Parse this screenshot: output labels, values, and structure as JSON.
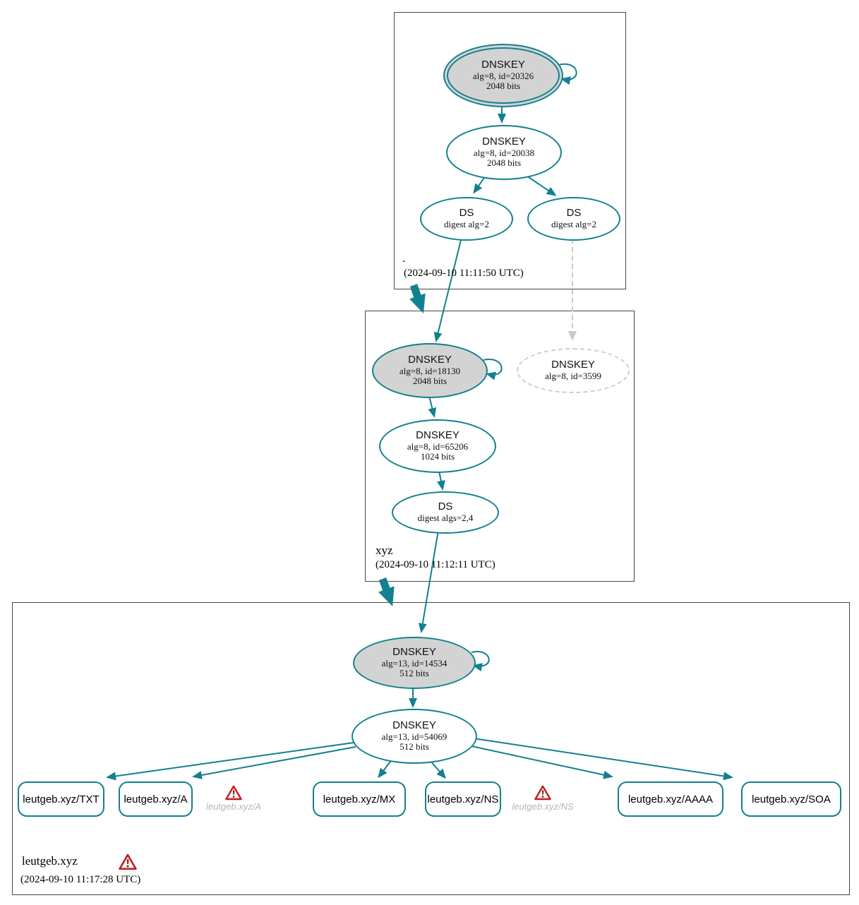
{
  "diagram": {
    "kind": "DNSSEC authentication chain graph",
    "colors": {
      "secure_edge": "#12808f",
      "sep_key_fill": "#d3d3d3",
      "insecure_gray": "#c9c9c9",
      "warning_red": "#c01d1d"
    },
    "zones": {
      "root": {
        "name": ".",
        "timestamp": "(2024-09-10 11:11:50 UTC)",
        "nodes": {
          "ksk": {
            "title": "DNSKEY",
            "alg": "alg=8, id=20326",
            "bits": "2048 bits"
          },
          "zsk": {
            "title": "DNSKEY",
            "alg": "alg=8, id=20038",
            "bits": "2048 bits"
          },
          "ds1": {
            "title": "DS",
            "digest": "digest alg=2"
          },
          "ds2": {
            "title": "DS",
            "digest": "digest alg=2"
          }
        }
      },
      "xyz": {
        "name": "xyz",
        "timestamp": "(2024-09-10 11:12:11 UTC)",
        "nodes": {
          "ksk": {
            "title": "DNSKEY",
            "alg": "alg=8, id=18130",
            "bits": "2048 bits"
          },
          "missing": {
            "title": "DNSKEY",
            "alg": "alg=8, id=3599"
          },
          "zsk": {
            "title": "DNSKEY",
            "alg": "alg=8, id=65206",
            "bits": "1024 bits"
          },
          "ds": {
            "title": "DS",
            "digest": "digest algs=2,4"
          }
        }
      },
      "leutgeb": {
        "name": "leutgeb.xyz",
        "timestamp": "(2024-09-10 11:17:28 UTC)",
        "nodes": {
          "ksk": {
            "title": "DNSKEY",
            "alg": "alg=13, id=14534",
            "bits": "512 bits"
          },
          "zsk": {
            "title": "DNSKEY",
            "alg": "alg=13, id=54069",
            "bits": "512 bits"
          },
          "rrsets": [
            {
              "label": "leutgeb.xyz/TXT"
            },
            {
              "label": "leutgeb.xyz/A"
            },
            {
              "label": "leutgeb.xyz/MX"
            },
            {
              "label": "leutgeb.xyz/NS"
            },
            {
              "label": "leutgeb.xyz/AAAA"
            },
            {
              "label": "leutgeb.xyz/SOA"
            }
          ],
          "warnings": [
            {
              "label": "leutgeb.xyz/A"
            },
            {
              "label": "leutgeb.xyz/NS"
            }
          ]
        }
      }
    }
  }
}
